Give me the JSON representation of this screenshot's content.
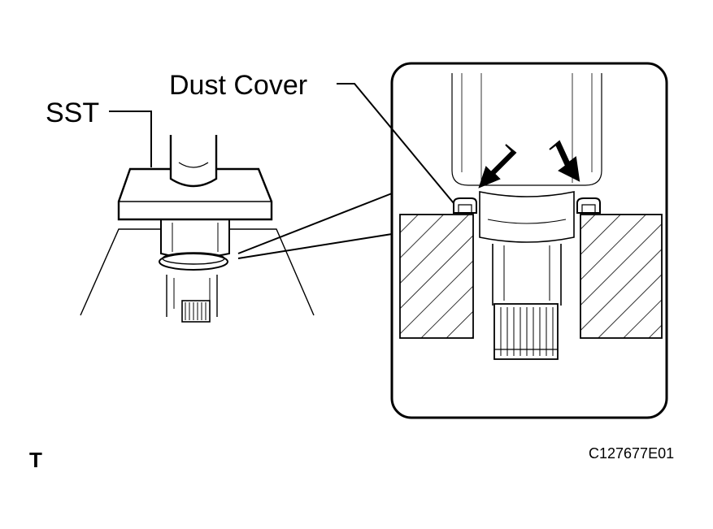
{
  "labels": {
    "sst": "SST",
    "dust_cover": "Dust Cover",
    "corner_mark": "T",
    "figure_code": "C127677E01"
  },
  "colors": {
    "line": "#000000",
    "background": "#ffffff"
  }
}
